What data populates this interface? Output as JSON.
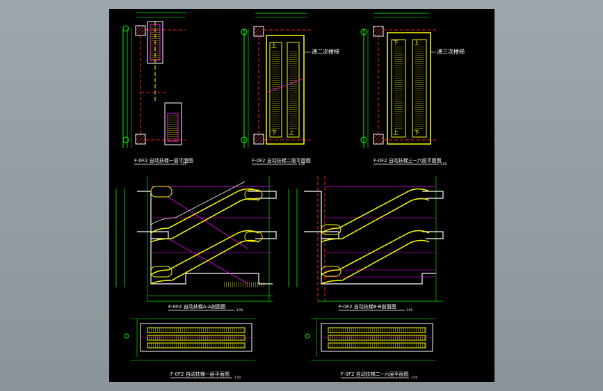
{
  "colors": {
    "background": "#000000",
    "viewport": "#9aa2a9",
    "dim": "#00ff00",
    "struct": "#ffffff",
    "stair": "#ffff00",
    "cyan": "#00ffff",
    "magenta": "#ff00ff",
    "red": "#ff2020",
    "hatch": "#ff4040"
  },
  "plans": {
    "p1": {
      "title": "F-0F2 自动扶梯一层平面图",
      "scale": "1:50"
    },
    "p2": {
      "title": "F-0F2 自动扶梯二层平面图",
      "scale": "1:50",
      "callout": "通二次楼梯"
    },
    "p3": {
      "title": "F-0F2 自动扶梯三~六层平面图",
      "scale": "1:50",
      "callout": "通三次楼梯"
    }
  },
  "sections": {
    "s1": {
      "title": "F-0F2 自动扶梯A-A剖面图",
      "scale": "1:50"
    },
    "s2": {
      "title": "F-0F2 自动扶梯B-B剖面图",
      "scale": "1:50"
    }
  },
  "elevations": {
    "e1": {
      "title": "F-0F2 自动扶梯一层平面图",
      "scale": "1:50"
    },
    "e2": {
      "title": "F-0F2 自动扶梯二~六层平面图",
      "scale": "1:50"
    }
  },
  "marks": {
    "up": "上",
    "down": "下"
  }
}
